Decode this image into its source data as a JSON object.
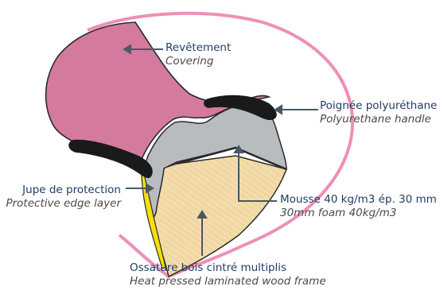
{
  "labels": {
    "covering": {
      "fr": "Revêtement",
      "en": "Covering"
    },
    "handle": {
      "fr": "Poignée polyuréthane",
      "en": "Polyurethane handle"
    },
    "edge": {
      "fr": "Jupe de protection",
      "en": "Protective edge layer"
    },
    "foam": {
      "fr": "Mousse 40 kg/m3 ép. 30 mm",
      "en": "30mm foam 40kg/m3"
    },
    "wood": {
      "fr": "Ossature bois cintré multiplis",
      "en": "Heat pressed laminated wood frame"
    }
  },
  "colors": {
    "outline": "#ef8fb8",
    "covering": "#d47a9f",
    "handle": "#1a1a1a",
    "foam": "#b9bcbf",
    "wood": "#f2dca9",
    "edge": "#f5e10a",
    "text_fr": "#1e3a5f",
    "text_en": "#4a4a4a",
    "leader": "#4a5866"
  }
}
